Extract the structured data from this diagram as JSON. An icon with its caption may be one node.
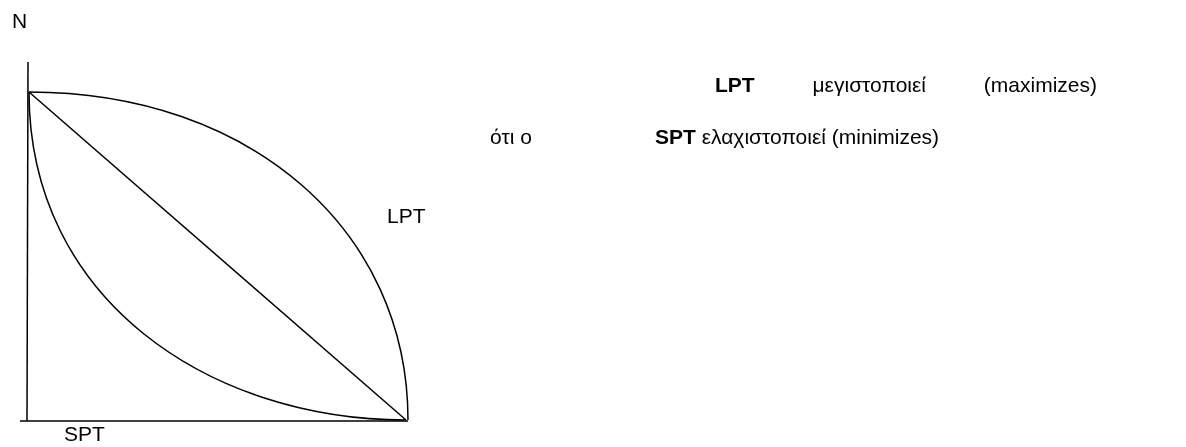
{
  "diagram": {
    "labels": [
      "N",
      "LPT",
      "SPT",
      "**LPT** μεγιστοποιεί (maximizes)",
      "ότι ο",
      "**SPT** ελαχιστοποιεί (minimizes)"
    ]
  }
}
